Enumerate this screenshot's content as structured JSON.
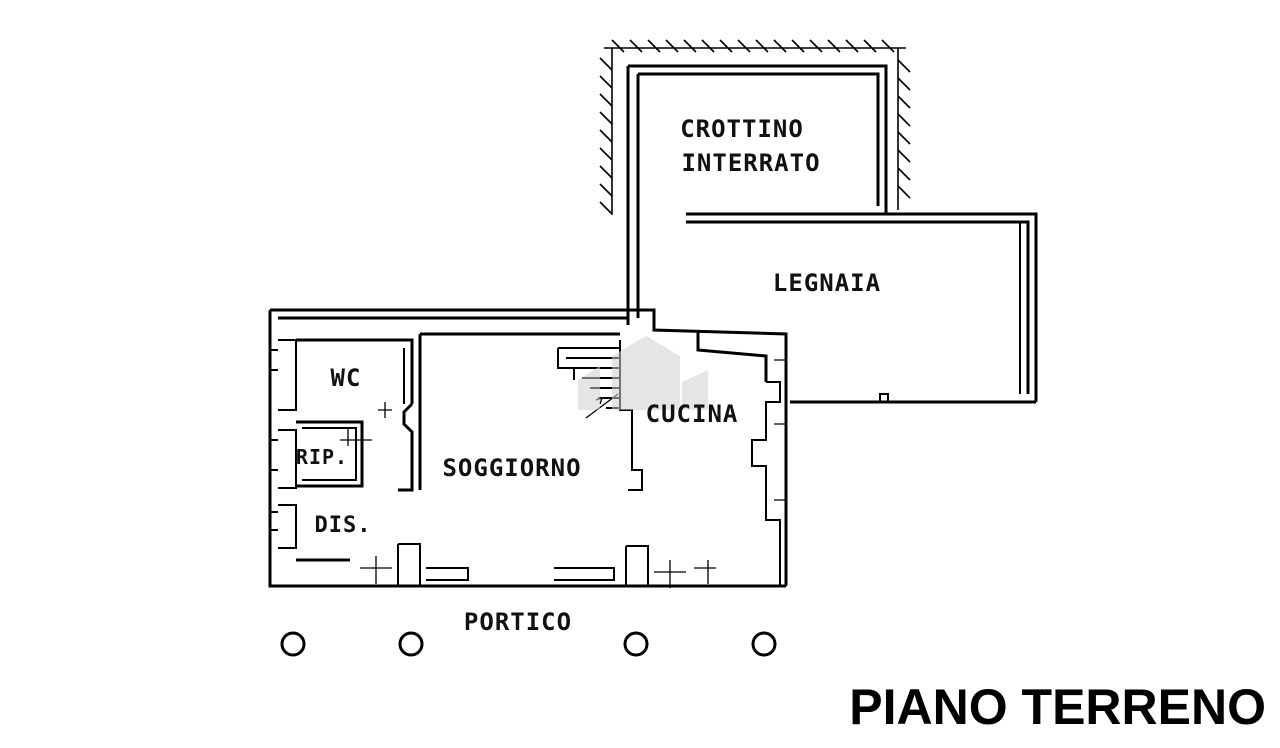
{
  "plan": {
    "title": "PIANO TERRENO",
    "rooms": {
      "crottino_line1": "CROTTINO",
      "crottino_line2": "INTERRATO",
      "legnaia": "LEGNAIA",
      "wc": "WC",
      "cucina": "CUCINA",
      "ripostiglio": "RIP.",
      "soggiorno": "SOGGIORNO",
      "disimpegno": "DIS.",
      "portico": "PORTICO"
    },
    "columns_count": 4
  },
  "colors": {
    "ink": "#000000",
    "paper": "#ffffff"
  }
}
